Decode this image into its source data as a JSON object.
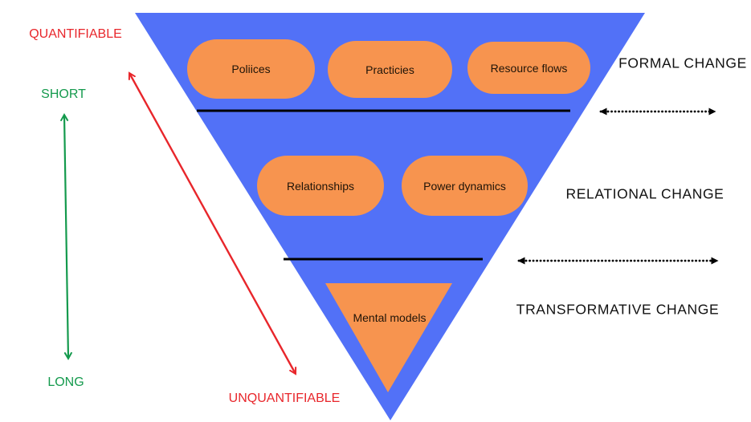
{
  "axis_labels": {
    "quantifiable": "QUANTIFIABLE",
    "unquantifiable": "UNQUANTIFIABLE",
    "short": "SHORT",
    "long": "LONG"
  },
  "change_levels": {
    "formal": "FORMAL CHANGE",
    "relational": "RELATIONAL CHANGE",
    "transformative": "TRANSFORMATIVE CHANGE"
  },
  "nodes": {
    "policies": "Poliices",
    "practices": "Practicies",
    "resource_flows": "Resource flows",
    "relationships": "Relationships",
    "power_dynamics": "Power dynamics",
    "mental_models": "Mental models"
  },
  "colors": {
    "triangle_blue": "#5271f7",
    "node_orange": "#f7944f",
    "axis_red": "#e8262b",
    "axis_green": "#149a4d",
    "divider_black": "#000000"
  }
}
